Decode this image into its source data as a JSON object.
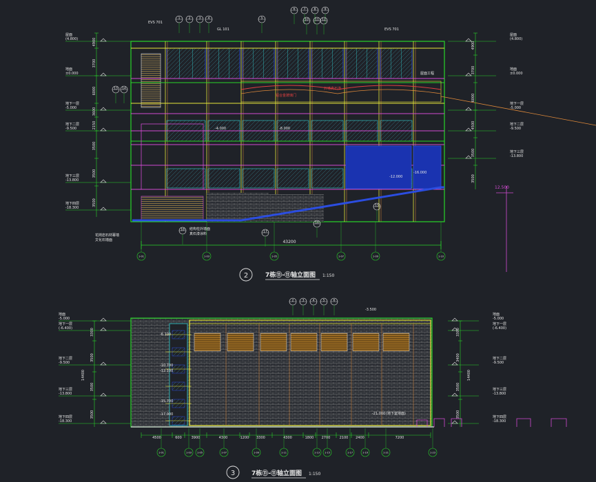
{
  "colors": {
    "background": "#1f2228",
    "line_green": "#29d629",
    "line_yellow": "#e8e83a",
    "line_white": "#e6e6e6",
    "line_cyan": "#35d6d6",
    "line_blue": "#2b4de0",
    "line_magenta": "#d24bd2",
    "line_red": "#e04040",
    "line_orange": "#e08a3a",
    "fill_blue": "#1a33b0"
  },
  "elevation_top": {
    "number": "2",
    "title": "7栋⑪-⑪轴立面图",
    "scale": "1:150",
    "overall_dim": "43200",
    "left_levels": [
      {
        "name": "屋面",
        "elev": "(4.800)"
      },
      {
        "name": "地面",
        "elev": "±0.000"
      },
      {
        "name": "地下一层",
        "elev": "-5.000"
      },
      {
        "name": "地下二层",
        "elev": "-9.500"
      },
      {
        "name": "地下三层",
        "elev": "-13.800"
      },
      {
        "name": "地下四层",
        "elev": "-18.300"
      }
    ],
    "right_levels": [
      {
        "name": "屋面",
        "elev": "(4.800)"
      },
      {
        "name": "地面",
        "elev": "±0.000"
      },
      {
        "name": "地下一层",
        "elev": "-5.000"
      },
      {
        "name": "地下二层",
        "elev": "-9.500"
      },
      {
        "name": "地下三层",
        "elev": "-13.800"
      }
    ],
    "left_dims": [
      "4900",
      "3700",
      "6000",
      "3600",
      "2150",
      "3500",
      "3500",
      "3500"
    ],
    "right_dims": [
      "4900",
      "3700",
      "6000",
      "4500",
      "3500",
      "3500"
    ],
    "section_marks": [
      "1",
      "2",
      "3",
      "4",
      "5",
      "6",
      "7",
      "8",
      "9",
      "10",
      "11",
      "12",
      "13",
      "14",
      "15",
      "16",
      "17",
      "18"
    ],
    "notes": [
      "EVS 701",
      "GL 101",
      "EVS 701",
      "铝合金玻璃门",
      "外墙真石漆",
      "屋面工程",
      "-16.000",
      "-12.000",
      "-8.000",
      "-4.000"
    ],
    "bottom_notes": [
      "结构柱外墙面",
      "真石漆涂料"
    ],
    "left_notes": [
      "花岗岩石材幕墙",
      "文化石墙面"
    ],
    "axis_labels": [
      "1-01",
      "1-03",
      "1-05",
      "1-07",
      "1-09",
      "1-10"
    ],
    "magenta_label": "12.500"
  },
  "elevation_bottom": {
    "number": "3",
    "title": "7栋⑪-⑪轴立面图",
    "scale": "1:150",
    "left_levels": [
      {
        "name": "地面",
        "elev": "-5.000"
      },
      {
        "name": "地下一层",
        "elev": "(-6.400)"
      },
      {
        "name": "地下二层",
        "elev": "-9.500"
      },
      {
        "name": "地下三层",
        "elev": "-13.800"
      },
      {
        "name": "地下四层",
        "elev": "-18.300"
      }
    ],
    "right_levels": [
      {
        "name": "地面",
        "elev": "-5.000"
      },
      {
        "name": "地下一层",
        "elev": "(-6.400)"
      },
      {
        "name": "地下二层",
        "elev": "-9.500"
      },
      {
        "name": "地下三层",
        "elev": "-13.800"
      },
      {
        "name": "地下四层",
        "elev": "-18.300"
      }
    ],
    "left_dims": [
      "3300",
      "3500",
      "3500",
      "3500"
    ],
    "left_total": "14400",
    "right_dims": [
      "3300",
      "3400",
      "3500",
      "3500"
    ],
    "right_total": "14400",
    "bottom_dims": [
      "4500",
      "600",
      "3900",
      "4300",
      "1200",
      "3300",
      "4300",
      "1800",
      "2700",
      "2100",
      "2400",
      "7200"
    ],
    "section_marks": [
      "2",
      "3",
      "4",
      "5",
      "6"
    ],
    "notes": [
      "-3.500",
      "-6.100",
      "-10.700",
      "-12.100",
      "-15.700",
      "-17.000",
      "-21.000",
      "(地下室地面)"
    ],
    "axis_labels": [
      "1-01",
      "1-03",
      "1-05",
      "1-07",
      "1-09",
      "1-11",
      "1-13",
      "1-15",
      "1-17",
      "1-19",
      "1-21",
      "1-23"
    ]
  }
}
